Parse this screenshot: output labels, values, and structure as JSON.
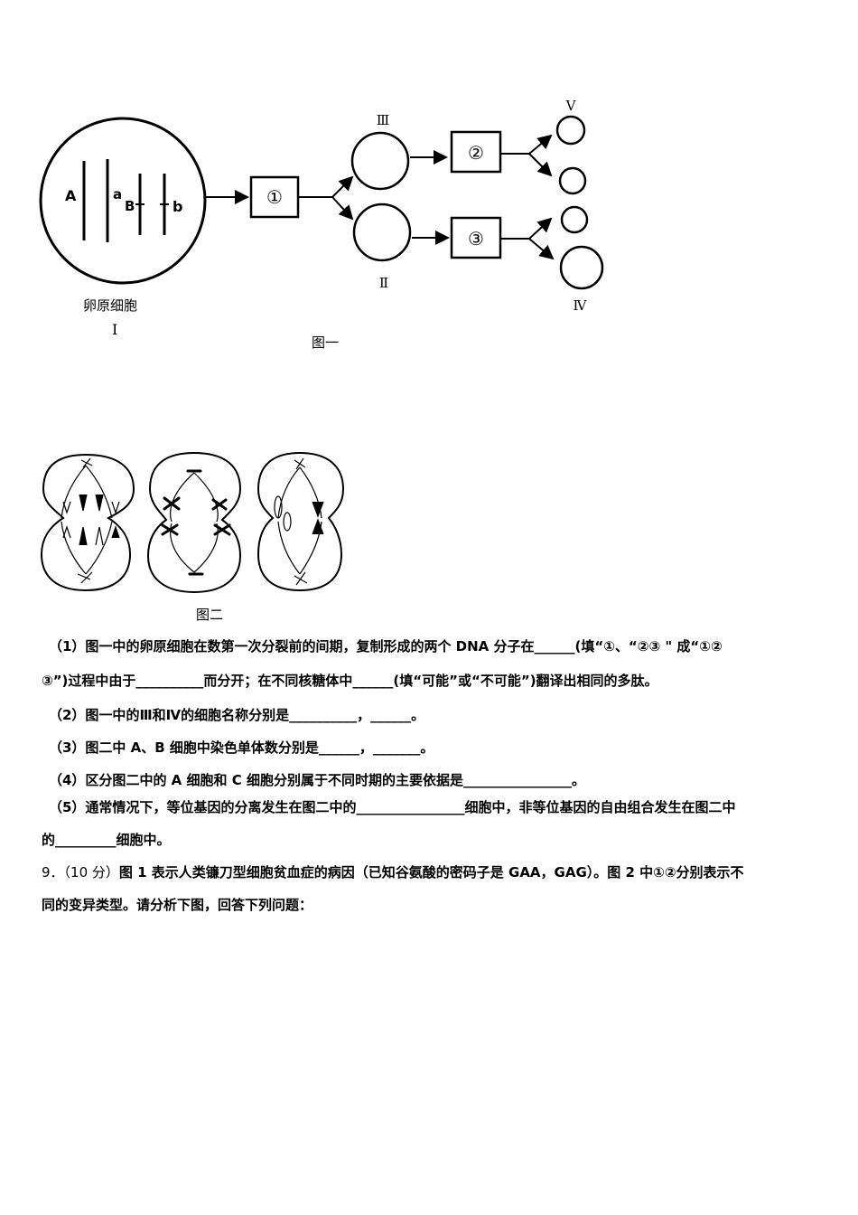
{
  "figure1": {
    "cell_label": "卵原细胞",
    "cell_numeral": "Ⅰ",
    "caption": "图一",
    "genes": {
      "A": "A",
      "a": "a",
      "B": "B",
      "b": "b"
    },
    "process_boxes": [
      "①",
      "②",
      "③"
    ],
    "cell_labels": {
      "III": "Ⅲ",
      "II": "Ⅱ",
      "V": "Ⅴ",
      "IV": "Ⅳ"
    }
  },
  "figure2": {
    "caption": "图二"
  },
  "questions": {
    "q1_line1": "（1）图一中的卵原细胞在数第一次分裂前的间期，复制形成的两个 DNA 分子在______(填“①、“②③ \" 成“①②",
    "q1_line2": "③”)过程中由于__________而分开；在不同核糖体中______(填“可能”或“不可能”)翻译出相同的多肽。",
    "q2": "（2）图一中的Ⅲ和Ⅳ的细胞名称分别是__________，______。",
    "q3": "（3）图二中 A、B 细胞中染色单体数分别是______，_______。",
    "q4": "（4）区分图二中的 A 细胞和 C 细胞分别属于不同时期的主要依据是________________。",
    "q5_line1": "（5）通常情况下，等位基因的分离发生在图二中的________________细胞中，非等位基因的自由组合发生在图二中",
    "q5_line2": "的_________细胞中。",
    "q9_number": "9．",
    "q9_points": "（10 分）",
    "q9_line1": "图 1 表示人类镰刀型细胞贫血症的病因（已知谷氨酸的密码子是 GAA，GAG）。图 2 中①②分别表示不",
    "q9_line2": "同的变异类型。请分析下图，回答下列问题："
  }
}
